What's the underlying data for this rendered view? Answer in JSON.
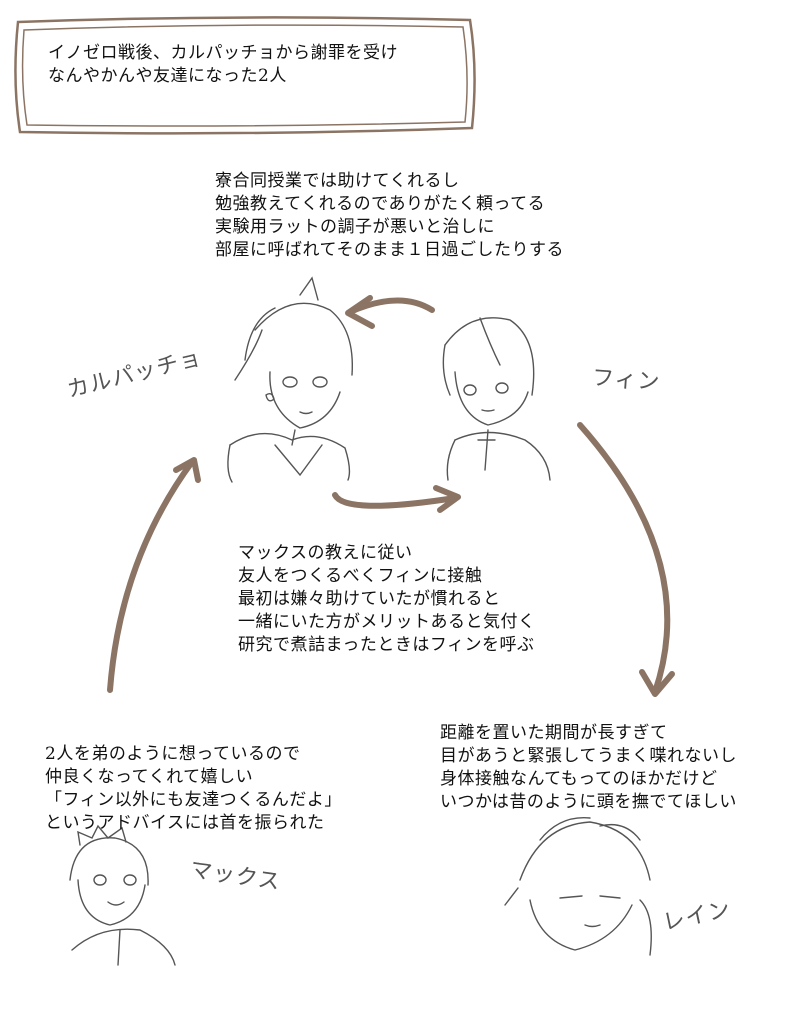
{
  "title_box": {
    "text": "イノゼロ戦後、カルパッチョから謝罪を受け\nなんやかんや友達になった2人"
  },
  "notes": {
    "finn_to_carpaccio": "寮合同授業では助けてくれるし\n勉強教えてくれるのでありがたく頼ってる\n実験用ラットの調子が悪いと治しに\n部屋に呼ばれてそのまま１日過ごしたりする",
    "carpaccio_to_finn": "マックスの教えに従い\n友人をつくるべくフィンに接触\n最初は嫌々助けていたが慣れると\n一緒にいた方がメリットあると気付く\n研究で煮詰まったときはフィンを呼ぶ",
    "max": "2人を弟のように想っているので\n仲良くなってくれて嬉しい\n「フィン以外にも友達つくるんだよ」\nというアドバイスには首を振られた",
    "rayne": "距離を置いた期間が長すぎて\n目があうと緊張してうまく喋れないし\n身体接触なんてもってのほかだけど\nいつかは昔のように頭を撫でてほしい"
  },
  "names": {
    "carpaccio": "カルパッチョ",
    "finn": "フィン",
    "max": "マックス",
    "rayne": "レイン"
  },
  "colors": {
    "arrow": "#8b7464",
    "frame": "#8b7464",
    "sketch": "#555555"
  }
}
